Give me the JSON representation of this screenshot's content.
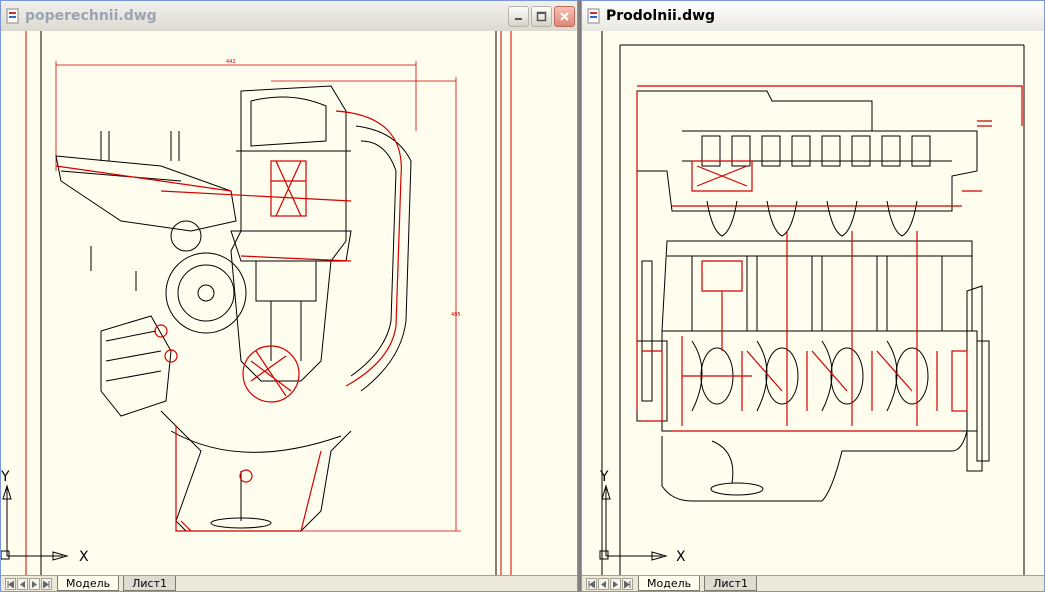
{
  "windows": [
    {
      "title": "poperechnii.dwg",
      "active": false,
      "tabs": [
        "Модель",
        "Лист1"
      ],
      "ucs": {
        "x_label": "X",
        "y_label": "Y"
      }
    },
    {
      "title": "Prodolnii.dwg",
      "active": true,
      "tabs": [
        "Модель",
        "Лист1"
      ],
      "ucs": {
        "x_label": "X",
        "y_label": "Y"
      }
    }
  ],
  "colors": {
    "drawing_bg": "#fffdee",
    "line_red": "#d40000",
    "line_black": "#000000"
  }
}
